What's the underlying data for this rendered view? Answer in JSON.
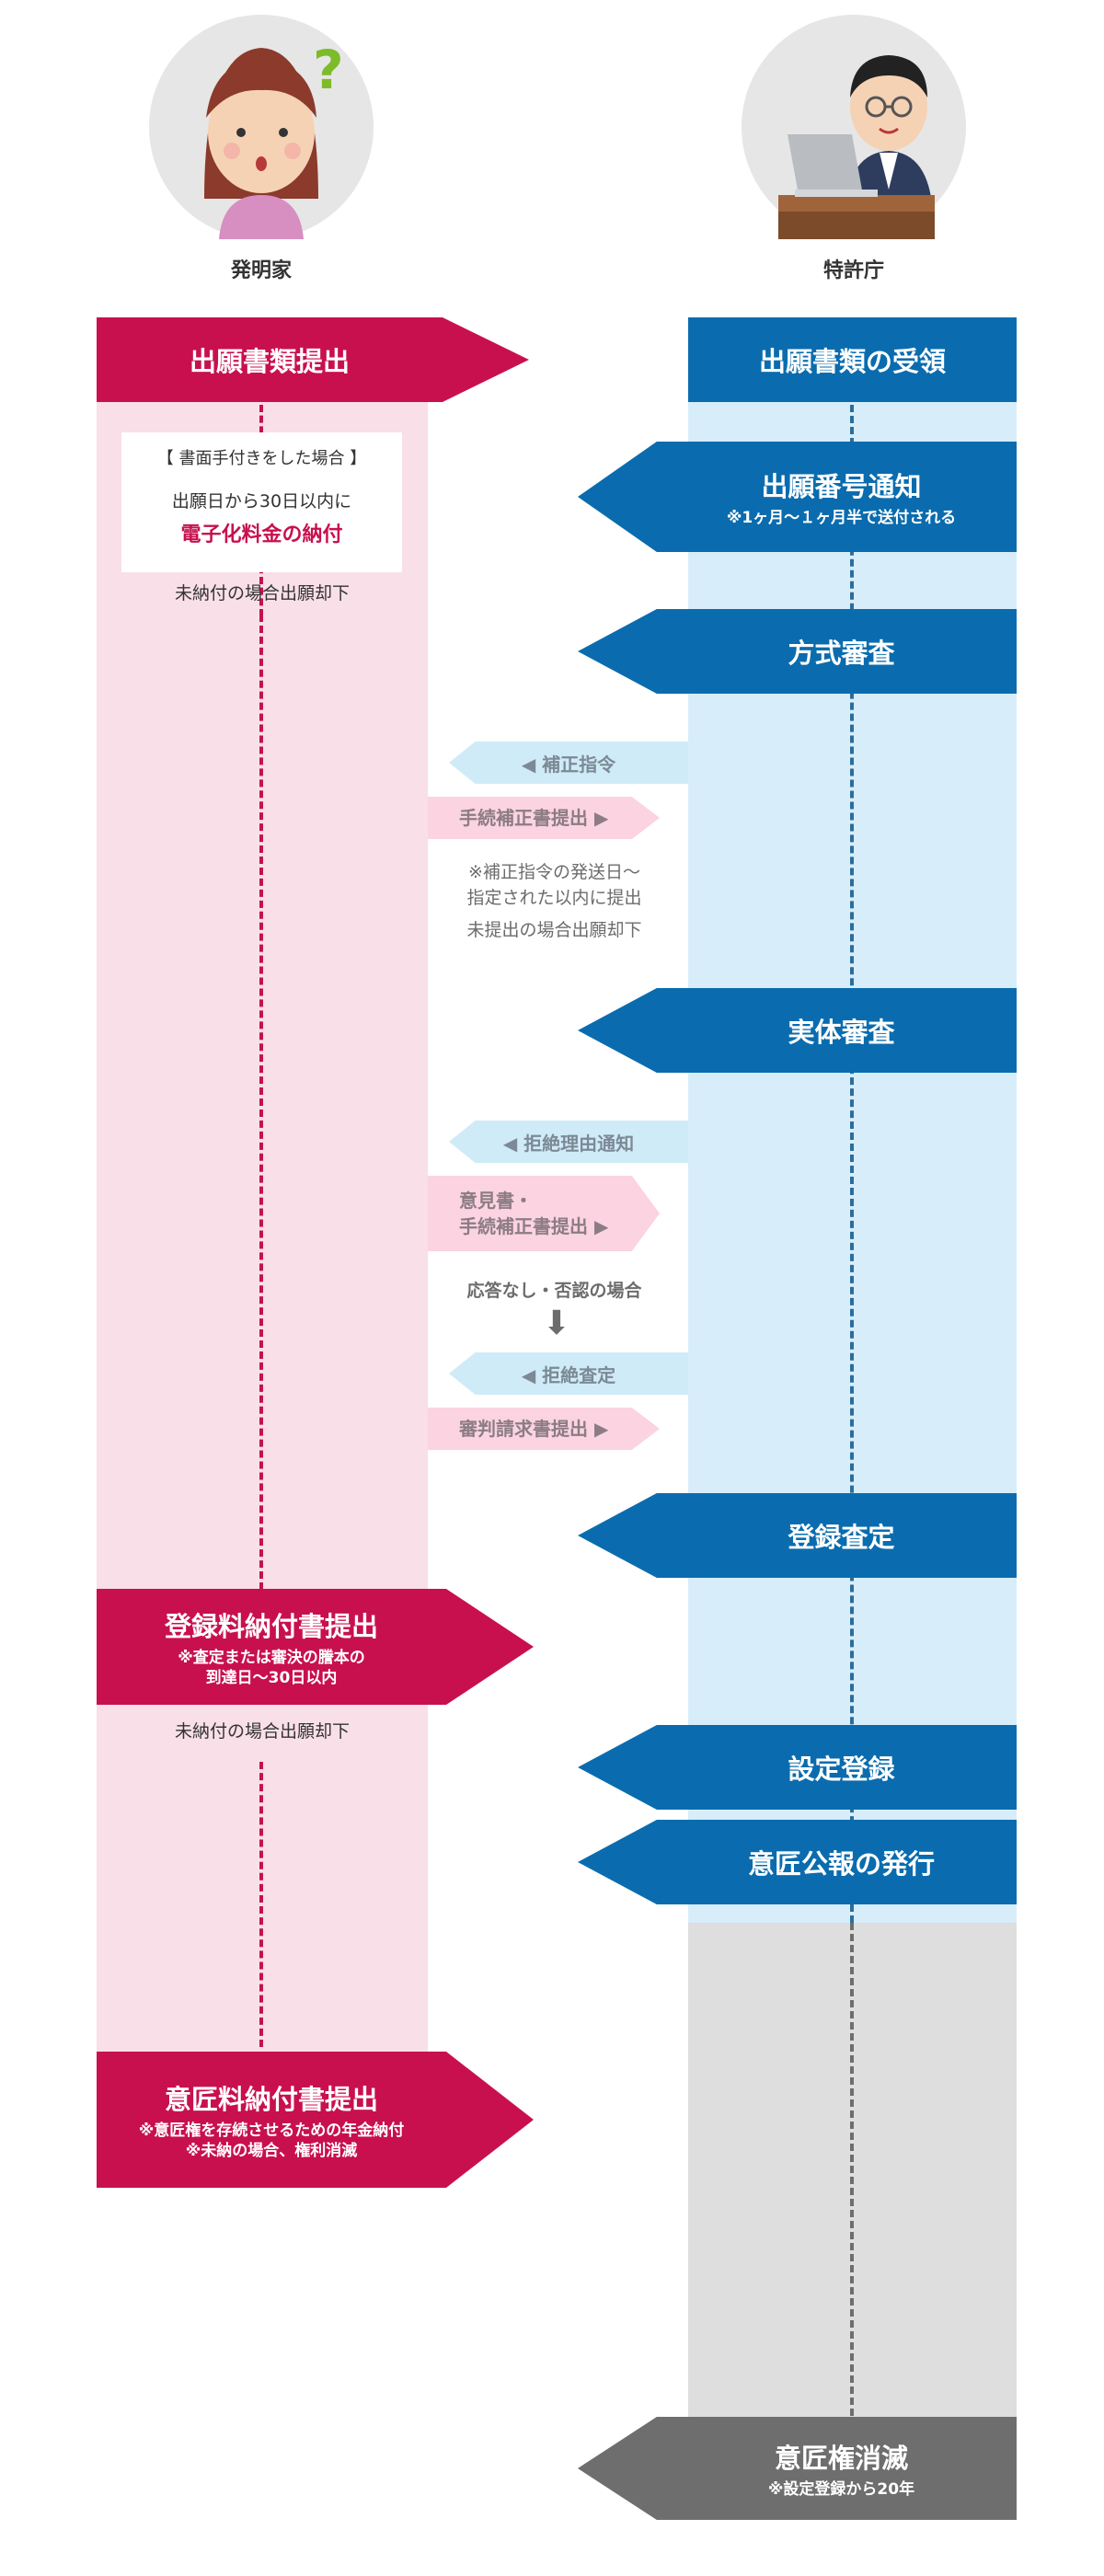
{
  "actors": {
    "left": "発明家",
    "right": "特許庁"
  },
  "left_steps": {
    "filing": "出願書類提出",
    "note_box": {
      "header": "【 書面手付きをした場合 】",
      "line1": "出願日から30日以内に",
      "highlight": "電子化料金の納付"
    },
    "note_after_box": "未納付の場合出願却下",
    "registration_fee": {
      "title": "登録料納付書提出",
      "sub1": "※査定または審決の謄本の",
      "sub2": "到達日〜30日以内"
    },
    "note_after_fee": "未納付の場合出願却下",
    "design_fee": {
      "title": "意匠料納付書提出",
      "sub1": "※意匠権を存続させるための年金納付",
      "sub2": "※未納の場合、権利消滅"
    }
  },
  "right_steps": {
    "receipt": "出願書類の受領",
    "number_notice": {
      "title": "出願番号通知",
      "sub": "※1ヶ月〜１ヶ月半で送付される"
    },
    "formal_exam": "方式審査",
    "substantive_exam": "実体審査",
    "registration_decision": "登録査定",
    "setup_registration": "設定登録",
    "gazette": "意匠公報の発行",
    "expiry": {
      "title": "意匠権消滅",
      "sub": "※設定登録から20年"
    }
  },
  "middle": {
    "correction_order": "◀ 補正指令",
    "procedure_amendment": "手続補正書提出 ▶",
    "correction_note1": "※補正指令の発送日〜",
    "correction_note2": "指定された以内に提出",
    "correction_note3": "未提出の場合出願却下",
    "rejection_reason": "◀ 拒絶理由通知",
    "opinion_line1": "意見書・",
    "opinion_line2": "手続補正書提出 ▶",
    "no_response": "応答なし・否認の場合",
    "down_arrow": "⬇",
    "rejection_decision": "◀ 拒絶査定",
    "appeal": "審判請求書提出 ▶"
  },
  "colors": {
    "pink": "#c8104f",
    "pink_lane": "#f9dfe8",
    "blue": "#0a6cae",
    "blue_lane": "#d7edf9",
    "gray": "#6e6e6e",
    "gray_lane": "#dedede"
  },
  "icons": {
    "left_avatar": "confused-woman-icon",
    "right_avatar": "office-worker-laptop-icon"
  }
}
